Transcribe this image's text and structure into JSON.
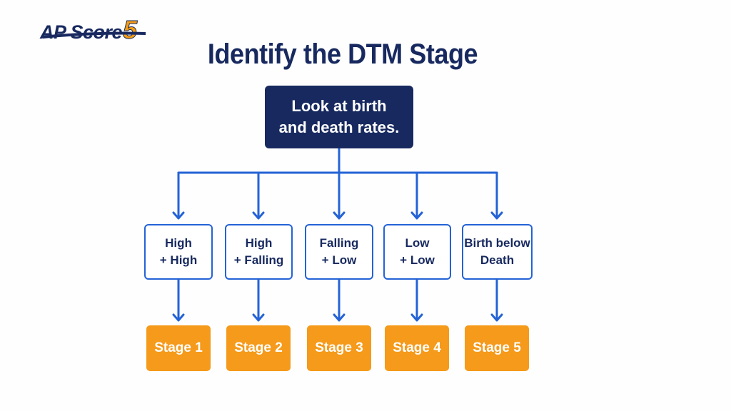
{
  "logo": {
    "text_ap": "AP",
    "text_score": "Score",
    "text_five": "5",
    "brand_navy": "#17295f",
    "brand_orange": "#f39c12"
  },
  "title": "Identify the DTM Stage",
  "root": {
    "line1": "Look at birth",
    "line2": "and death rates."
  },
  "conditions": [
    {
      "line1": "High",
      "line2": "+ High"
    },
    {
      "line1": "High",
      "line2": "+ Falling"
    },
    {
      "line1": "Falling",
      "line2": "+ Low"
    },
    {
      "line1": "Low",
      "line2": "+ Low"
    },
    {
      "line1": "Birth below",
      "line2": "Death"
    }
  ],
  "stages": [
    "Stage 1",
    "Stage 2",
    "Stage 3",
    "Stage 4",
    "Stage 5"
  ],
  "colors": {
    "navy": "#17295f",
    "blue_connector": "#2463d6",
    "orange": "#f59a1a",
    "background": "#fefefe"
  }
}
